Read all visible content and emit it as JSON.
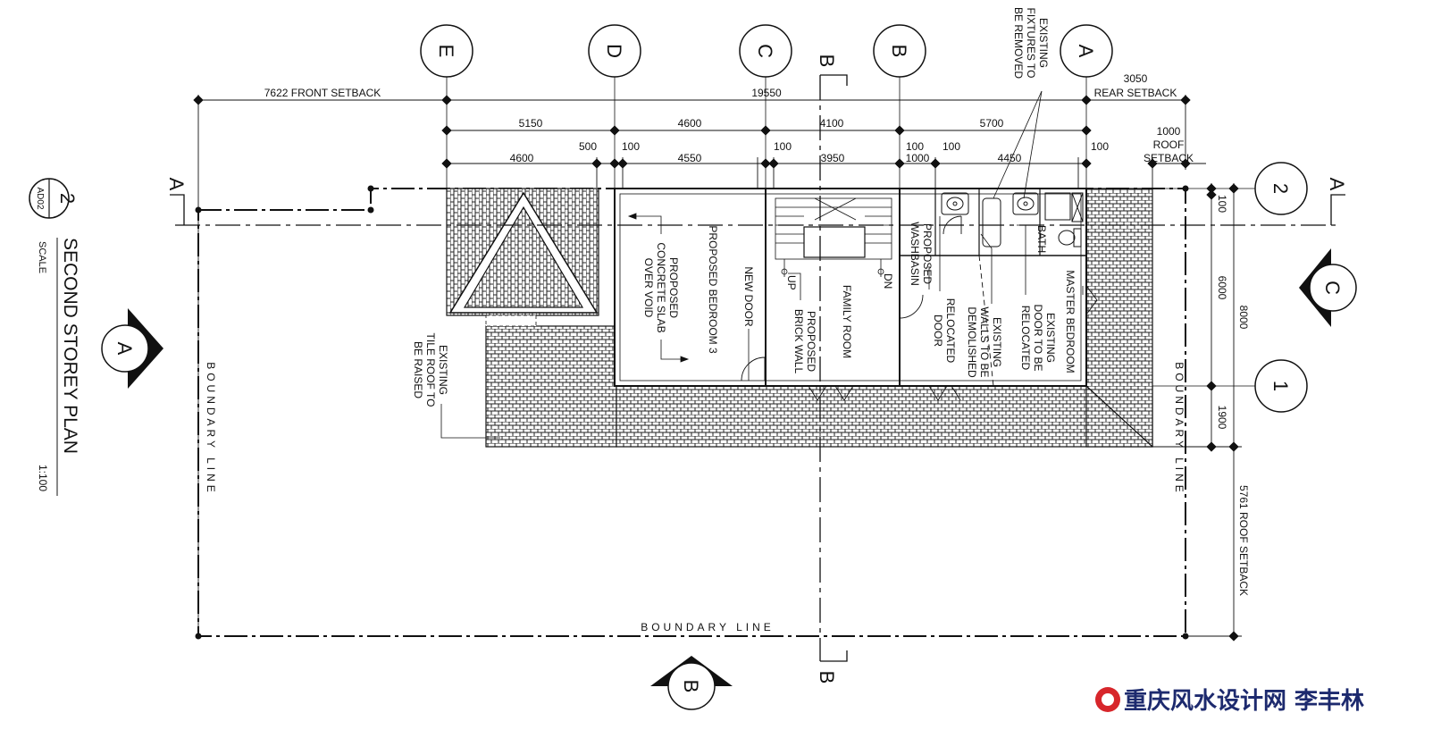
{
  "title_block": {
    "number": "2",
    "sheet": "AD02",
    "scale_label": "SCALE",
    "title": "SECOND STOREY PLAN",
    "scale": "1:100"
  },
  "grid_top": [
    "E",
    "D",
    "C",
    "B",
    "A"
  ],
  "grid_right": [
    "2",
    "1"
  ],
  "section_marks": {
    "a": "A",
    "b": "B",
    "c": "C"
  },
  "dims_top": {
    "front_setback": "7622 FRONT SETBACK",
    "overall": "19550",
    "rear_setback_value": "3050",
    "rear_setback": "REAR SETBACK",
    "r2": [
      "5150",
      "4600",
      "4100",
      "5700"
    ],
    "r3": [
      "500",
      "100",
      "100",
      "100",
      "100",
      "100"
    ],
    "r4": [
      "4600",
      "4550",
      "3950",
      "1000",
      "4450"
    ],
    "roof_setback": [
      "1000",
      "ROOF",
      "SETBACK"
    ]
  },
  "dims_right": [
    "100",
    "6000",
    "8000",
    "1900",
    "5761 ROOF SETBACK"
  ],
  "rooms": {
    "bedroom3": "PROPOSED BEDROOM 3",
    "slab": [
      "PROPOSED",
      "CONCRETE SLAB",
      "OVER VOID"
    ],
    "new_door": "NEW DOOR",
    "brick_wall": [
      "PROPOSED",
      "BRICK WALL"
    ],
    "family": "FAMILY ROOM",
    "up": "UP",
    "dn": "DN",
    "washbasin": [
      "PROPOSED",
      "WASHBASIN"
    ],
    "relocated_door": [
      "RELOCATED",
      "DOOR"
    ],
    "walls_demolished": [
      "EXISTING",
      "WALLS TO BE",
      "DEMOLISHED"
    ],
    "door_relocated": [
      "EXISTING",
      "DOOR TO BE",
      "RELOCATED"
    ],
    "master": "MASTER BEDROOM",
    "bath": "BATH",
    "fixtures": [
      "EXISTING",
      "FIXTURES TO",
      "BE REMOVED"
    ],
    "tile_roof": [
      "EXISTING",
      "TILE ROOF TO",
      "BE RAISED"
    ]
  },
  "boundary": "BOUNDARY LINE",
  "watermark": "重庆风水设计网 李丰林",
  "colors": {
    "ink": "#111111",
    "watermark": "#1d2a6e",
    "logo": "#d7262b"
  }
}
